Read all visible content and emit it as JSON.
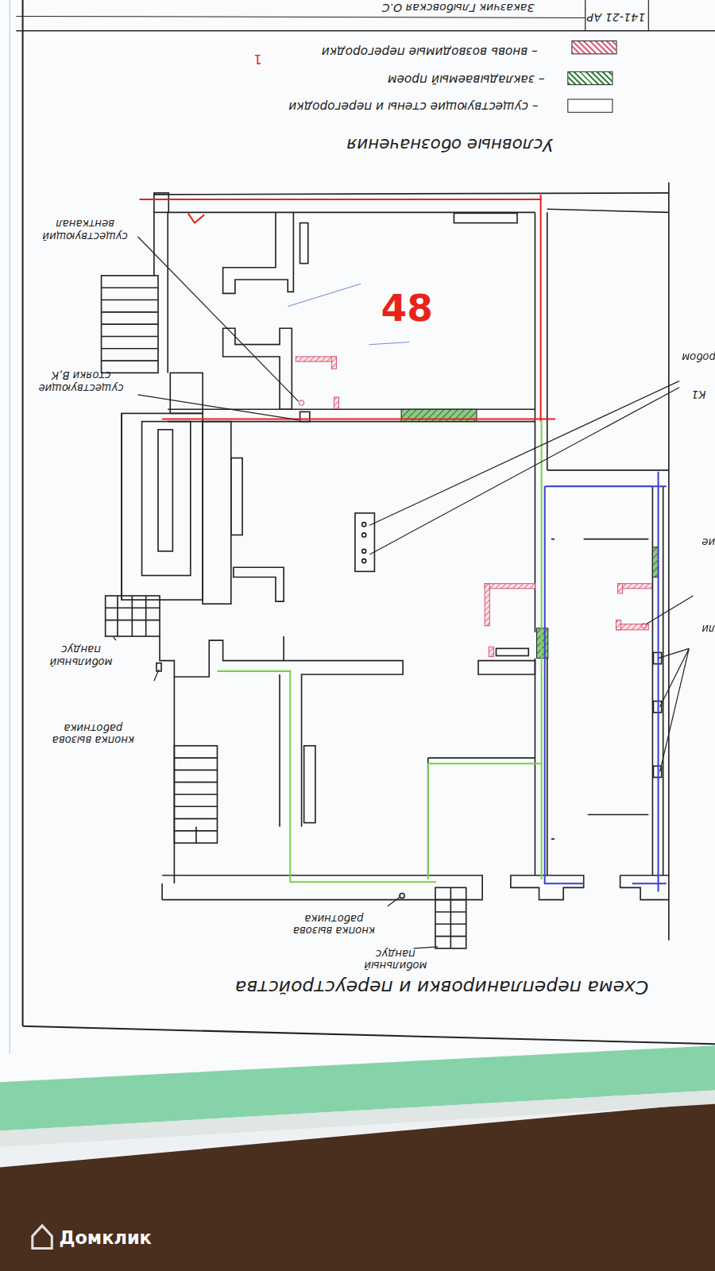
{
  "diagram": {
    "title": "Схема перепланировки и переустройства",
    "labels": [
      "Заказчик Глыбовская О.С",
      "141-21 АР",
      "Условные обозначения",
      "1",
      "48",
      "существующий вентканал",
      "существующие стояки В,К",
      "К1",
      "робом",
      "ие",
      "ли",
      "мобильный пандус",
      "кнопка вызова работника",
      "кнопка вызова работника",
      "мобильный пандус",
      "Домклик"
    ],
    "legend": [
      {
        "text": "– вновь возводимые перегородки",
        "color": "#e0607a"
      },
      {
        "text": "– закладываемый проем",
        "color": "#2e8b3c"
      },
      {
        "text": "– существующие стены и перегородки",
        "color": "#ffffff"
      }
    ]
  }
}
